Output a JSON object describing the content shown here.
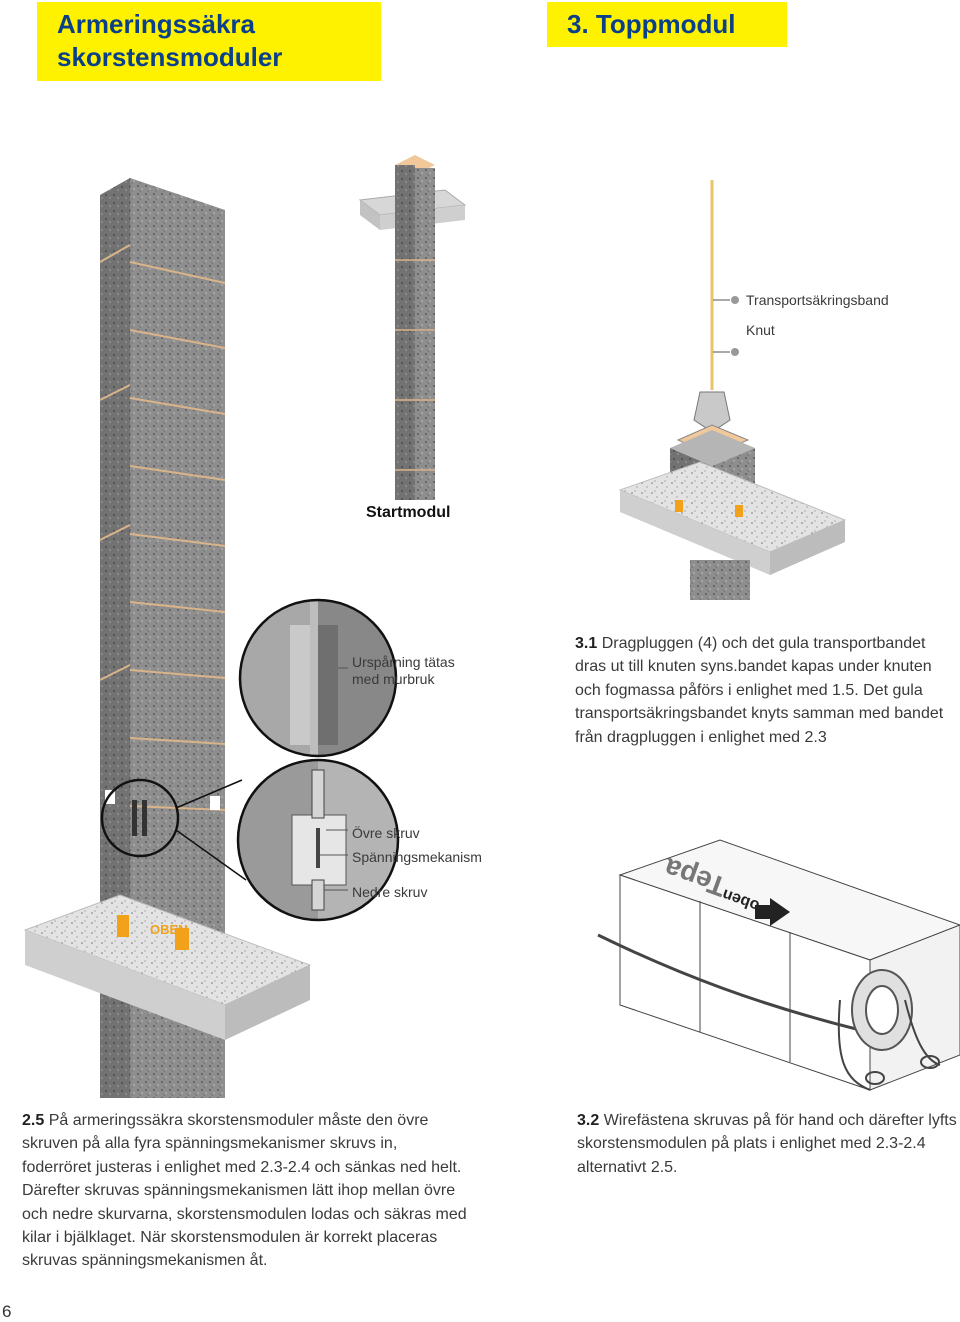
{
  "header": {
    "left_title_line1": "Armeringssäkra",
    "left_title_line2": "skorstensmoduler",
    "right_title": "3. Toppmodul"
  },
  "labels": {
    "startmodul": "Startmodul",
    "transport_band": "Transportsäkringsband",
    "knut": "Knut",
    "ursparning_line1": "Urspårning tätas",
    "ursparning_line2": "med murbruk",
    "ovre_skruv": "Övre skruv",
    "spanningsmekanism": "Spänningsmekanism",
    "nedre_skruv": "Nedre skruv",
    "oben": "OBEN",
    "tepa": "Tepa",
    "oben_lower": "oben"
  },
  "text_25": {
    "num": "2.5",
    "body": " På armeringssäkra skorstensmoduler måste den övre skruven på alla fyra spänningsmekanismer skruvs in, foderröret justeras i enlighet med 2.3-2.4 och sänkas ned helt. Därefter skruvas spänningsmekanismen lätt ihop mellan övre och nedre skurvarna, skorstensmodulen lodas och säkras med kilar i bjälklaget. När skorstensmodulen är korrekt placeras skruvas spänningsmekanismen åt."
  },
  "text_31": {
    "num": "3.1",
    "body": " Dragpluggen (4) och det gula transportbandet dras ut till knuten syns.bandet kapas under knuten och fogmassa påförs i enlighet med 1.5. Det gula transportsäkringsbandet knyts samman med bandet från dragpluggen i enlighet med 2.3"
  },
  "text_32": {
    "num": "3.2",
    "body": " Wirefästena skruvas på för hand och därefter lyfts skorstensmodulen på plats i enlighet med 2.3-2.4 alternativt 2.5."
  },
  "page_number": "6",
  "colors": {
    "header_bg": "#fff200",
    "header_text": "#0a3f8a",
    "concrete": "#8c8c8c",
    "slab": "#e4e4e4",
    "accent_orange": "#f2a21a"
  }
}
